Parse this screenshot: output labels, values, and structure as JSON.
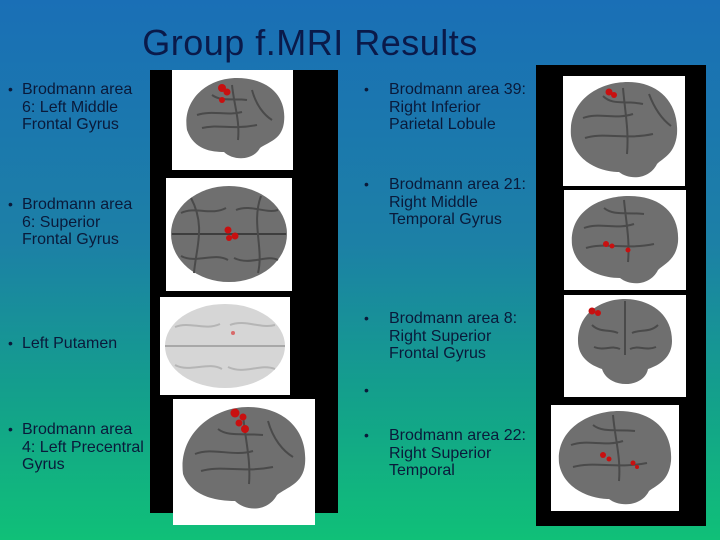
{
  "slide": {
    "title": "Group f.MRI Results",
    "left_bullets": [
      {
        "marker": "•",
        "text": "Brodmann area 6: Left Middle Frontal Gyrus"
      },
      {
        "marker": "•",
        "text": "Brodmann area 6: Superior Frontal Gyrus"
      },
      {
        "marker": "•",
        "text": "Left Putamen"
      },
      {
        "marker": "•",
        "text": "Brodmann area 4: Left Precentral Gyrus"
      }
    ],
    "right_bullets": [
      {
        "marker": "•",
        "text": "Brodmann area 39: Right Inferior Parietal Lobule"
      },
      {
        "marker": "•",
        "text": "Brodmann area 21: Right Middle Temporal Gyrus"
      },
      {
        "marker": "•",
        "text": "Brodmann area 8: Right Superior Frontal Gyrus"
      },
      {
        "marker": "•",
        "text": ""
      },
      {
        "marker": "•",
        "text": "Brodmann area 22: Right Superior Temporal"
      }
    ],
    "images": [
      {
        "name": "brain-image-left-lateral",
        "bg": "white"
      },
      {
        "name": "brain-image-axial-superior",
        "bg": "white"
      },
      {
        "name": "brain-image-axial-putamen",
        "bg": "white"
      },
      {
        "name": "brain-image-left-precentral",
        "bg": "white"
      },
      {
        "name": "brain-image-right-parietal",
        "bg": "white"
      },
      {
        "name": "brain-image-right-temporal",
        "bg": "white"
      },
      {
        "name": "brain-image-frontal-view",
        "bg": "white"
      },
      {
        "name": "brain-image-right-superior-temporal",
        "bg": "white"
      }
    ],
    "colors": {
      "activation": "#c81010",
      "brain": "#6f6f6f",
      "text": "#0a1a3a"
    }
  }
}
